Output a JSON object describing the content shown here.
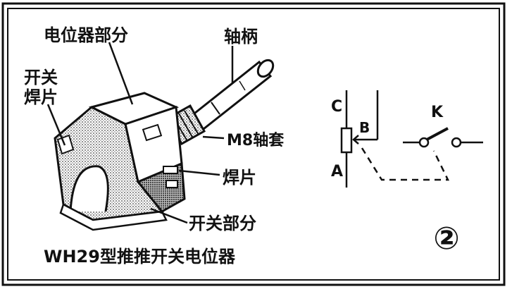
{
  "labels": {
    "potentiometer_part": "电位器部分",
    "shaft_handle": "轴柄",
    "switch_tab": "开关焊片",
    "m8_bushing": "M8轴套",
    "solder_tab": "焊片",
    "switch_part": "开关部分",
    "caption": "WH29型推推开关电位器",
    "figure_number": "②"
  },
  "schematic": {
    "terminal_c": "C",
    "terminal_b": "B",
    "terminal_a": "A",
    "switch_k": "K"
  }
}
